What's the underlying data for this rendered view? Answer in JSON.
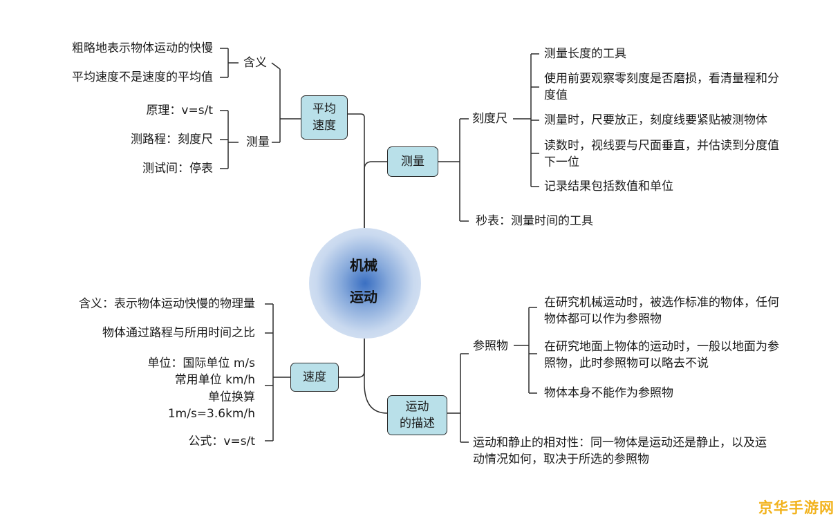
{
  "center": {
    "line1": "机械",
    "line2": "运动"
  },
  "avg_speed": {
    "label_line1": "平均",
    "label_line2": "速度",
    "meaning": {
      "label": "含义",
      "items": [
        "粗略地表示物体运动的快慢",
        "平均速度不是速度的平均值"
      ]
    },
    "measure": {
      "label": "测量",
      "items": [
        "原理：v=s/t",
        "测路程：刻度尺",
        "测试间：停表"
      ]
    }
  },
  "measurement": {
    "label": "测量",
    "ruler": {
      "label": "刻度尺",
      "items": [
        "测量长度的工具",
        "使用前要观察零刻度是否磨损，看清量程和分",
        "度值",
        "测量时，尺要放正，刻度线要紧贴被测物体",
        "读数时，视线要与尺面垂直，并估读到分度值",
        "下一位",
        "记录结果包括数值和单位"
      ]
    },
    "stopwatch": "秒表：测量时间的工具"
  },
  "speed": {
    "label": "速度",
    "items": [
      "含义：表示物体运动快慢的物理量",
      "物体通过路程与所用时间之比",
      "单位：国际单位 m/s",
      "常用单位 km/h",
      "单位换算",
      "1m/s=3.6km/h",
      "公式：v=s/t"
    ]
  },
  "motion_desc": {
    "label_line1": "运动",
    "label_line2": "的描述",
    "reference": {
      "label": "参照物",
      "items": [
        "在研究机械运动时，被选作标准的物体，任何",
        "物体都可以作为参照物",
        "在研究地面上物体的运动时，一般以地面为参",
        "照物，此时参照物可以略去不说",
        "物体本身不能作为参照物"
      ]
    },
    "relativity": [
      "运动和静止的相对性：同一物体是运动还是静止，以及运",
      "动情况如何，取决于所选的参照物"
    ]
  },
  "watermark": "京华手游网"
}
